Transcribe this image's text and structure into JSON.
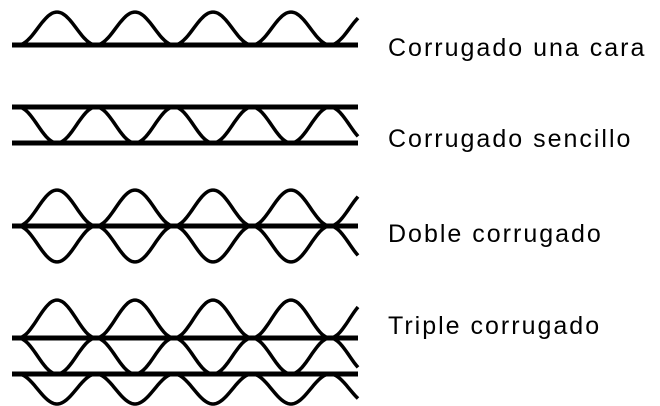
{
  "items": [
    {
      "label": "Corrugado una cara"
    },
    {
      "label": "Corrugado sencillo"
    },
    {
      "label": "Doble corrugado"
    },
    {
      "label": "Triple corrugado"
    }
  ],
  "colors": {
    "ink": "#000000",
    "background": "#ffffff"
  }
}
